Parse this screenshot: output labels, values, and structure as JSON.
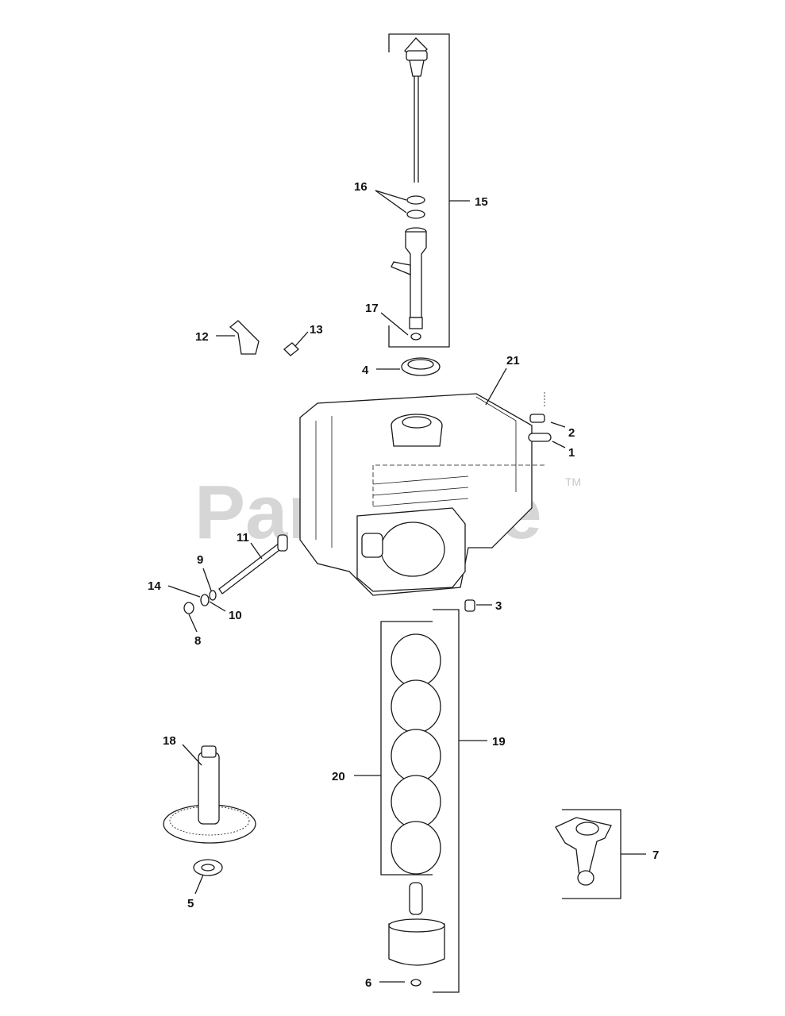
{
  "watermark": {
    "text": "PartsTree",
    "trademark": "TM"
  },
  "callouts": [
    {
      "id": "15",
      "label": "15"
    },
    {
      "id": "16",
      "label": "16"
    },
    {
      "id": "17",
      "label": "17"
    },
    {
      "id": "12",
      "label": "12"
    },
    {
      "id": "13",
      "label": "13"
    },
    {
      "id": "4",
      "label": "4"
    },
    {
      "id": "21",
      "label": "21"
    },
    {
      "id": "2",
      "label": "2"
    },
    {
      "id": "1",
      "label": "1"
    },
    {
      "id": "11",
      "label": "11"
    },
    {
      "id": "9",
      "label": "9"
    },
    {
      "id": "14",
      "label": "14"
    },
    {
      "id": "10",
      "label": "10"
    },
    {
      "id": "8",
      "label": "8"
    },
    {
      "id": "3",
      "label": "3"
    },
    {
      "id": "19",
      "label": "19"
    },
    {
      "id": "20",
      "label": "20"
    },
    {
      "id": "18",
      "label": "18"
    },
    {
      "id": "5",
      "label": "5"
    },
    {
      "id": "7",
      "label": "7"
    },
    {
      "id": "6",
      "label": "6"
    }
  ]
}
